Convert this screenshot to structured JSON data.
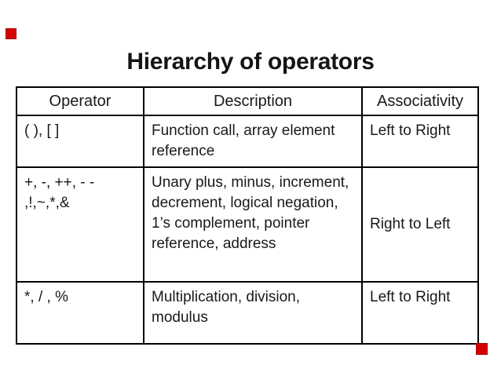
{
  "slide": {
    "title": "Hierarchy of operators",
    "accent_color": "#d40000"
  },
  "table": {
    "headers": [
      "Operator",
      "Description",
      "Associativity"
    ],
    "rows": [
      {
        "operator": "( ), [ ]",
        "description": "Function call, array element\nreference",
        "associativity": "Left to Right"
      },
      {
        "operator": "+, -, ++, - -\n,!,~,*,&",
        "description": "Unary plus, minus, increment,\ndecrement, logical negation,\n1’s complement, pointer\nreference, address",
        "associativity": "Right to Left"
      },
      {
        "operator": "*, / , %",
        "description": "Multiplication, division,\nmodulus",
        "associativity": "Left to Right"
      }
    ]
  }
}
